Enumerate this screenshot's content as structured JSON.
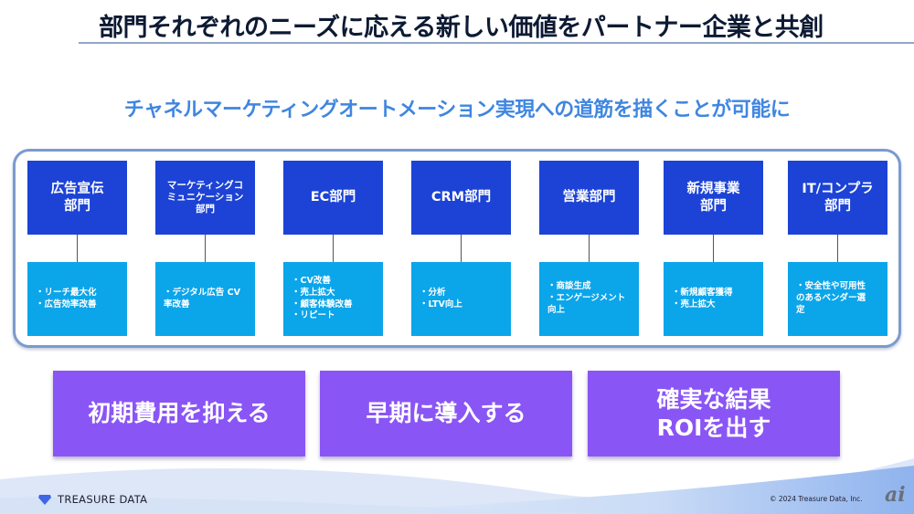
{
  "title": "部門それぞれのニーズに応える新しい価値をパートナー企業と共創",
  "subtitle": "チャネルマーケティングオートメーション実現への道筋を描くことが可能に",
  "departments": [
    {
      "name": "広告宣伝\n部門",
      "needs": "・リーチ最大化\n・広告効率改善"
    },
    {
      "name": "マーケティングコ\nミュニケーション\n部門",
      "needs": "・デジタル広告 CV\n率改善"
    },
    {
      "name": "EC部門",
      "needs": "・CV改善\n・売上拡大\n・顧客体験改善\n・リピート"
    },
    {
      "name": "CRM部門",
      "needs": "・分析\n・LTV向上"
    },
    {
      "name": "営業部門",
      "needs": "・商談生成\n・エンゲージメント\n向上"
    },
    {
      "name": "新規事業\n部門",
      "needs": "・新規顧客獲得\n・売上拡大"
    },
    {
      "name": "IT/コンプラ\n部門",
      "needs": "・安全性や可用性\nのあるベンダー選\n定"
    }
  ],
  "values": [
    "初期費用を抑える",
    "早期に導入する",
    "確実な結果\nROIを出す"
  ],
  "footer": {
    "logo_text": "TREASURE DATA",
    "copyright": "© 2024 Treasure Data, Inc.",
    "watermark": "ai"
  },
  "colors": {
    "dept_head": "#1c43d6",
    "dept_body": "#0ba5ea",
    "value_box": "#8a55f5",
    "subtitle": "#3f86e0"
  }
}
